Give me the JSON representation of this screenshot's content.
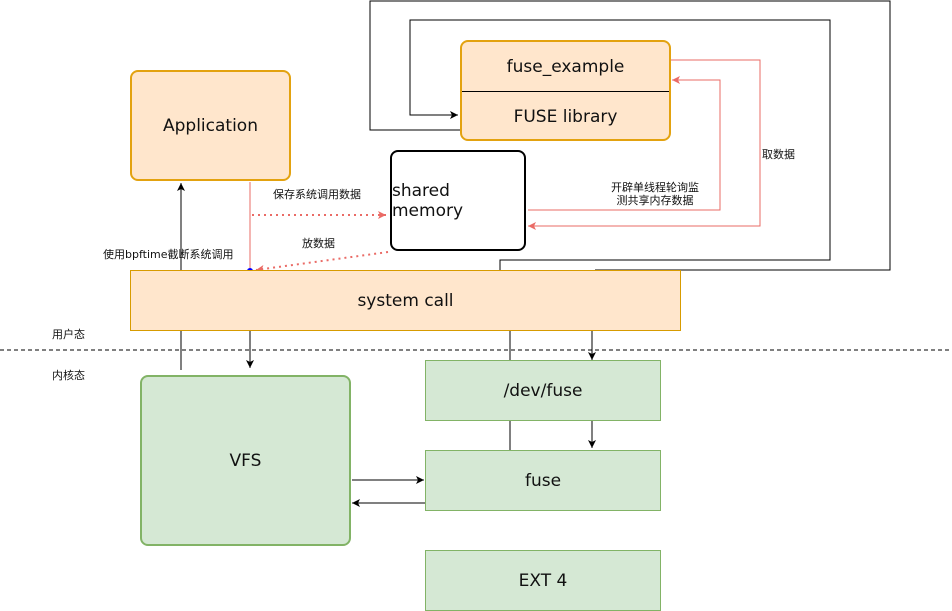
{
  "nodes": {
    "application": "Application",
    "fuse_example": "fuse_example",
    "fuse_library": "FUSE library",
    "shared_memory": "shared memory",
    "system_call": "system call",
    "vfs": "VFS",
    "dev_fuse": "/dev/fuse",
    "fuse": "fuse",
    "ext4": "EXT 4"
  },
  "edge_labels": {
    "save_data": "保存系统调用数据",
    "put_data": "放数据",
    "bpftime_intercept": "使用bpftime截断系统调用",
    "single_thread_poll_line1": "开辟单线程轮询监",
    "single_thread_poll_line2": "测共享内存数据",
    "fetch_data": "取数据"
  },
  "zones": {
    "user_space": "用户态",
    "kernel_space": "内核态"
  },
  "colors": {
    "orange_fill": "#ffe6cc",
    "orange_stroke": "#d79b00",
    "green_fill": "#d5e8d4",
    "green_stroke": "#82b366",
    "red_edge": "#ea6b66",
    "dot": "#0000ff"
  }
}
